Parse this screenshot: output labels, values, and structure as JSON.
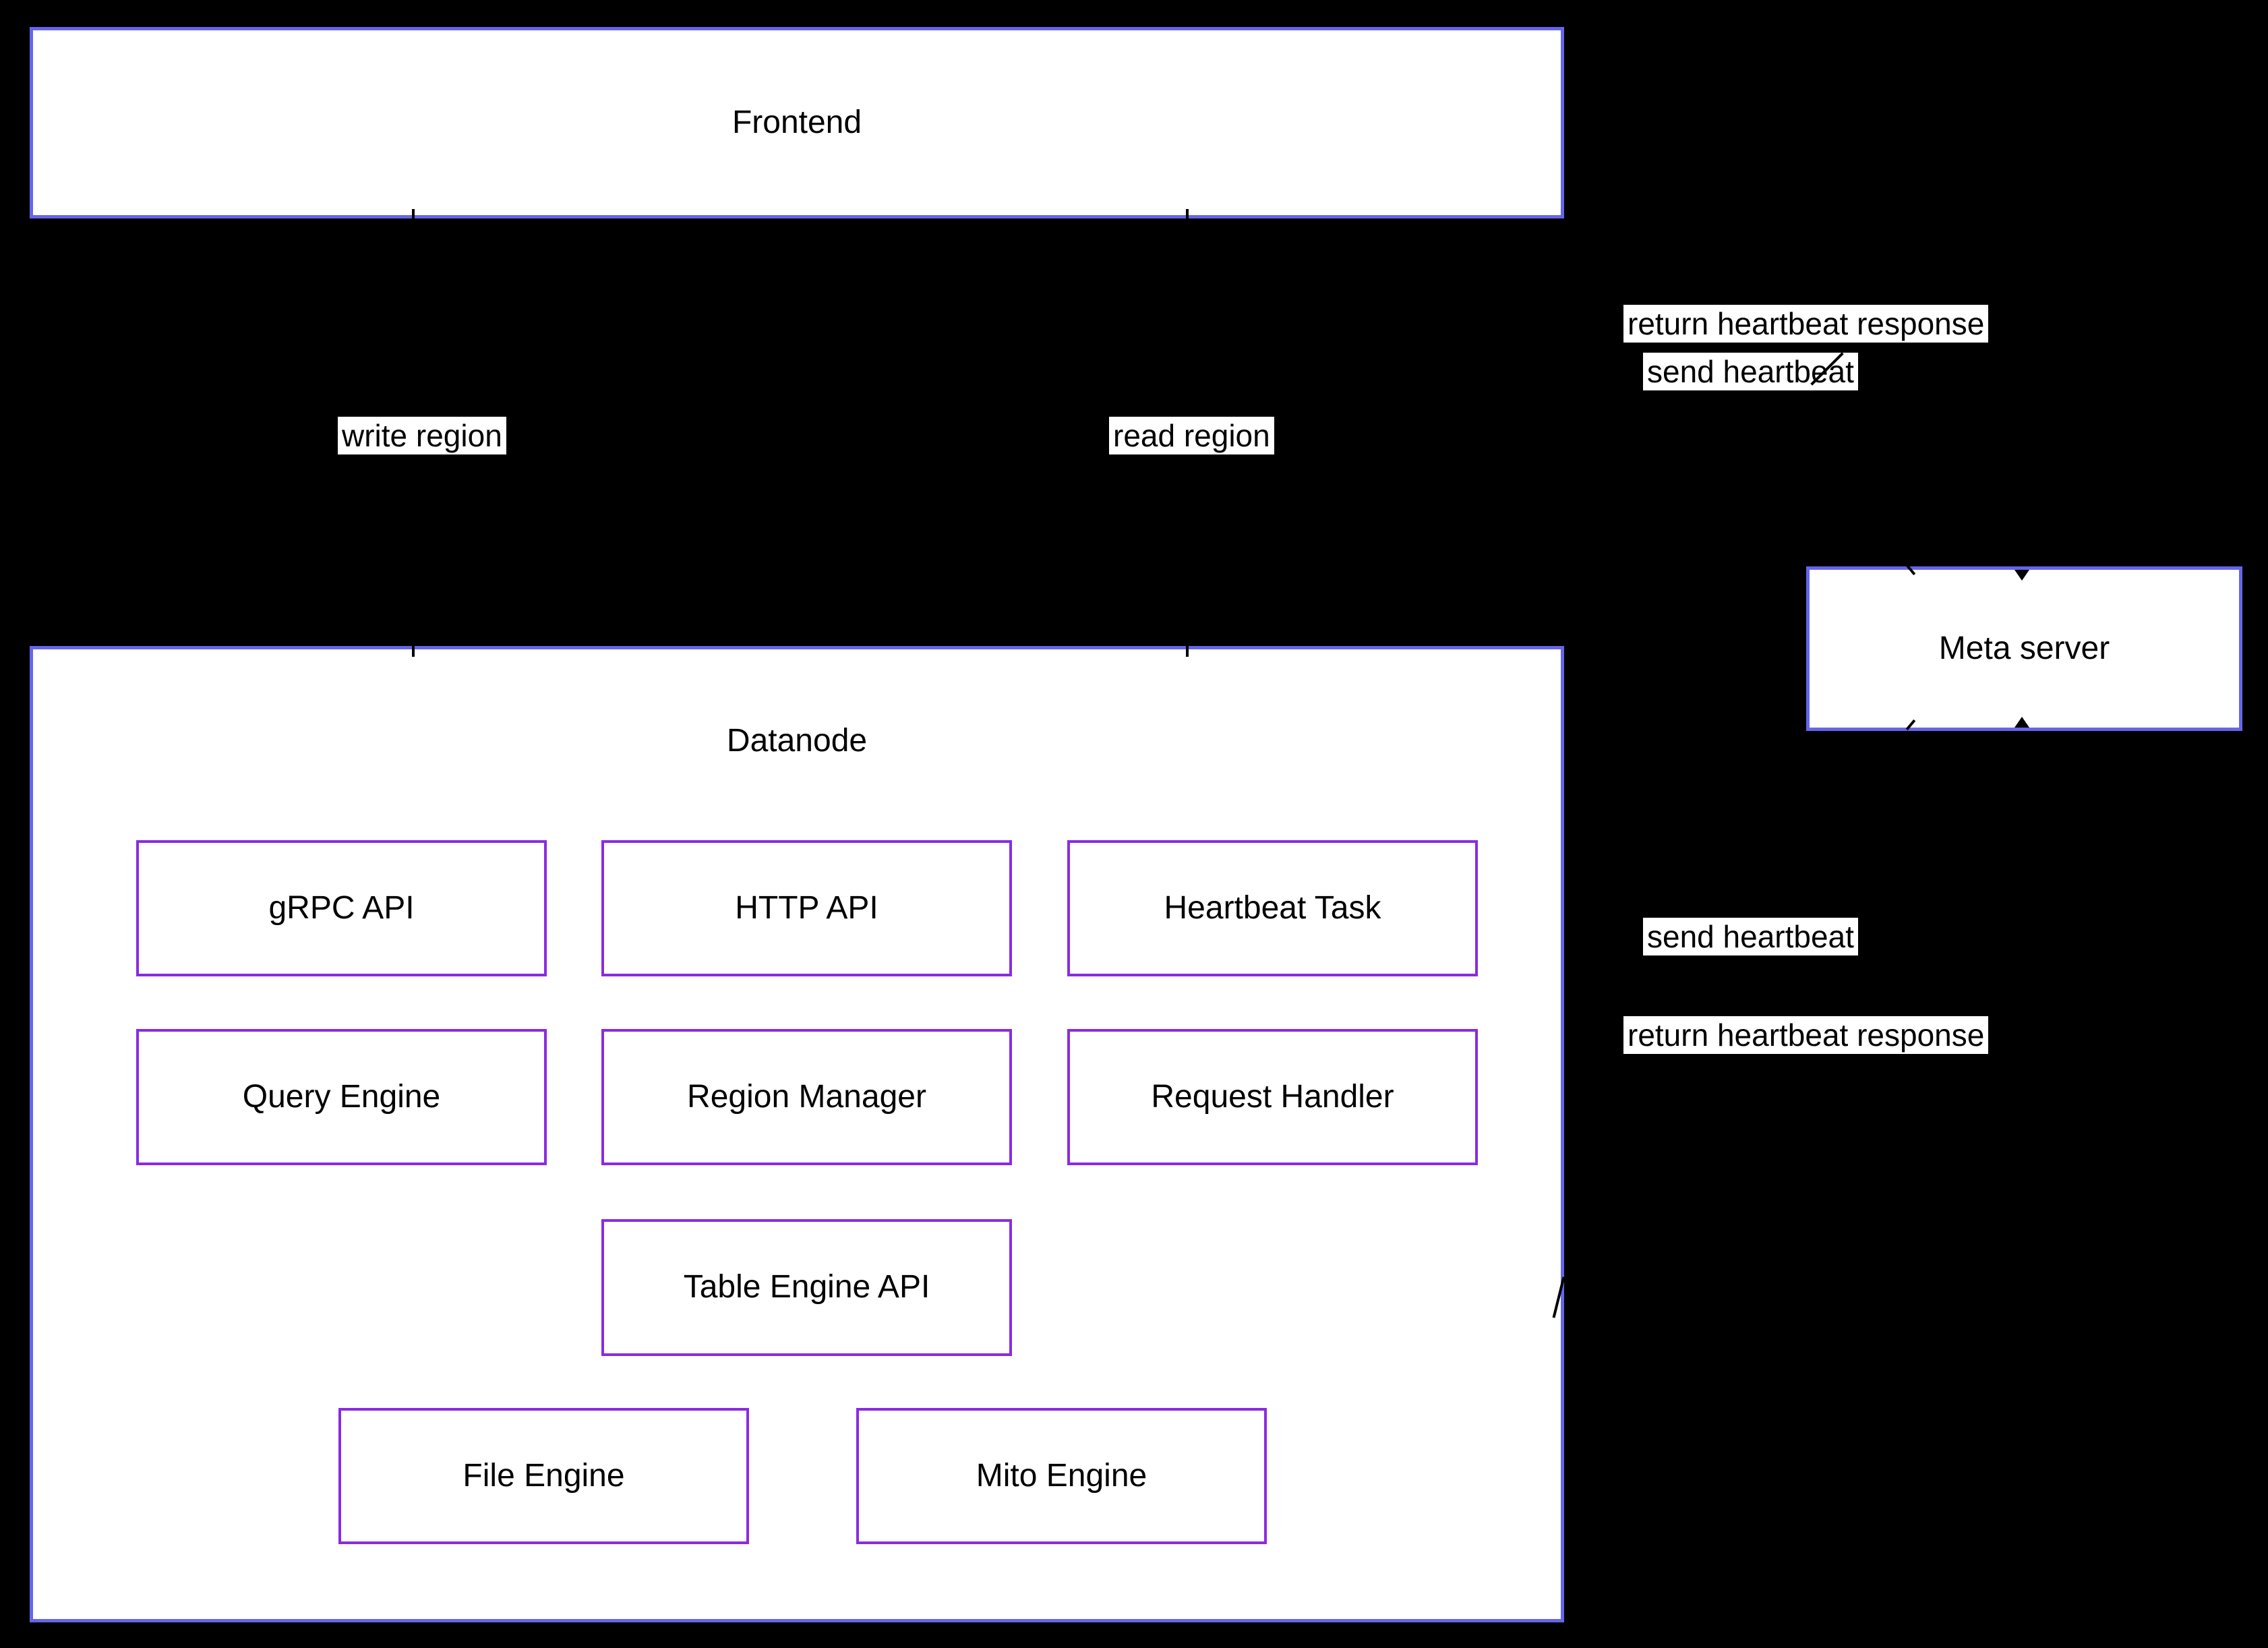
{
  "diagram": {
    "title": "Datanode architecture diagram",
    "type": "architecture-diagram"
  },
  "colors": {
    "background": "#000000",
    "node_fill": "#ffffff",
    "outer_node_border": "#6665ed",
    "inner_node_border": "#8a2be2",
    "text": "#000000",
    "arrow": "#000000",
    "edge_label_background": "#ffffff"
  },
  "nodes": {
    "frontend": {
      "label": "Frontend"
    },
    "datanode": {
      "label": "Datanode"
    },
    "meta_server": {
      "label": "Meta server"
    },
    "grpc_api": {
      "label": "gRPC API"
    },
    "http_api": {
      "label": "HTTP API"
    },
    "heartbeat_task": {
      "label": "Heartbeat Task"
    },
    "query_engine": {
      "label": "Query Engine"
    },
    "region_manager": {
      "label": "Region Manager"
    },
    "request_handler": {
      "label": "Request Handler"
    },
    "table_engine_api": {
      "label": "Table Engine API"
    },
    "file_engine": {
      "label": "File Engine"
    },
    "mito_engine": {
      "label": "Mito Engine"
    }
  },
  "edge_labels": {
    "write_region": "write region",
    "read_region": "read region",
    "frontend_meta_return": "return heartbeat response",
    "frontend_meta_send": "send heartbeat",
    "datanode_meta_send": "send heartbeat",
    "datanode_meta_return": "return heartbeat response"
  }
}
